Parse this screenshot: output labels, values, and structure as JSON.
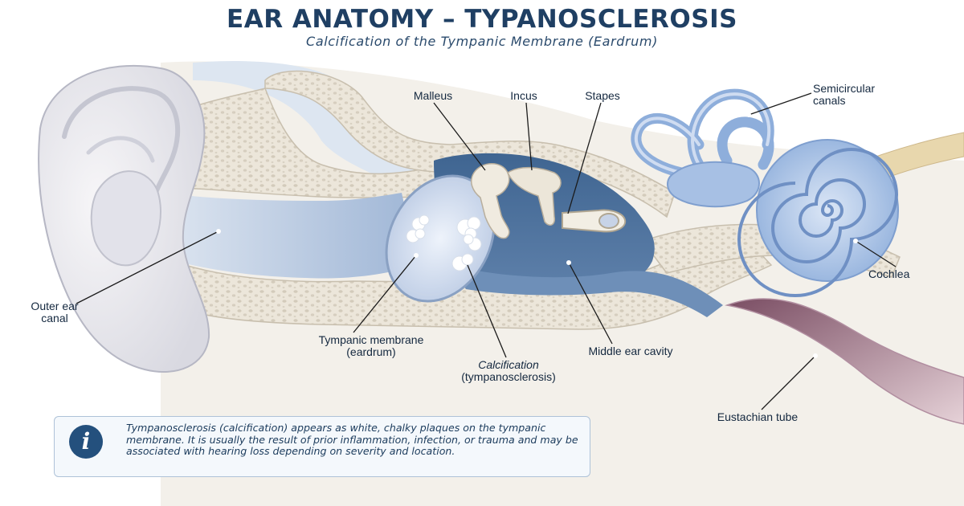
{
  "header": {
    "title": "EAR ANATOMY – TYPANOSCLEROSIS",
    "subtitle": "Calcification of the Tympanic Membrane (Eardrum)"
  },
  "labels": {
    "malleus": "Malleus",
    "incus": "Incus",
    "stapes": "Stapes",
    "semicircular_line1": "Semicircular",
    "semicircular_line2": "canals",
    "outer_ear_line1": "Outer ear",
    "outer_ear_line2": "canal",
    "tympanic_line1": "Tympanic membrane",
    "tympanic_line2": "(eardrum)",
    "calcification_line1": "Calcification",
    "calcification_line2": "(tympanosclerosis)",
    "middle_ear": "Middle ear cavity",
    "cochlea": "Cochlea",
    "eustachian": "Eustachian tube"
  },
  "info": {
    "icon": "info-icon",
    "text": "Tympanosclerosis (calcification) appears as white, chalky plaques on the tympanic membrane. It is usually the result of prior inflammation, infection, or trauma and may be associated with hearing loss depending on severity and location."
  },
  "colors": {
    "title": "#1f3f63",
    "accent": "#24507d",
    "bone": "#eee8dc",
    "canal": "#a9bfdc",
    "inner_ear": "#9fbbe0",
    "eustachian": "#8a5a6e"
  }
}
